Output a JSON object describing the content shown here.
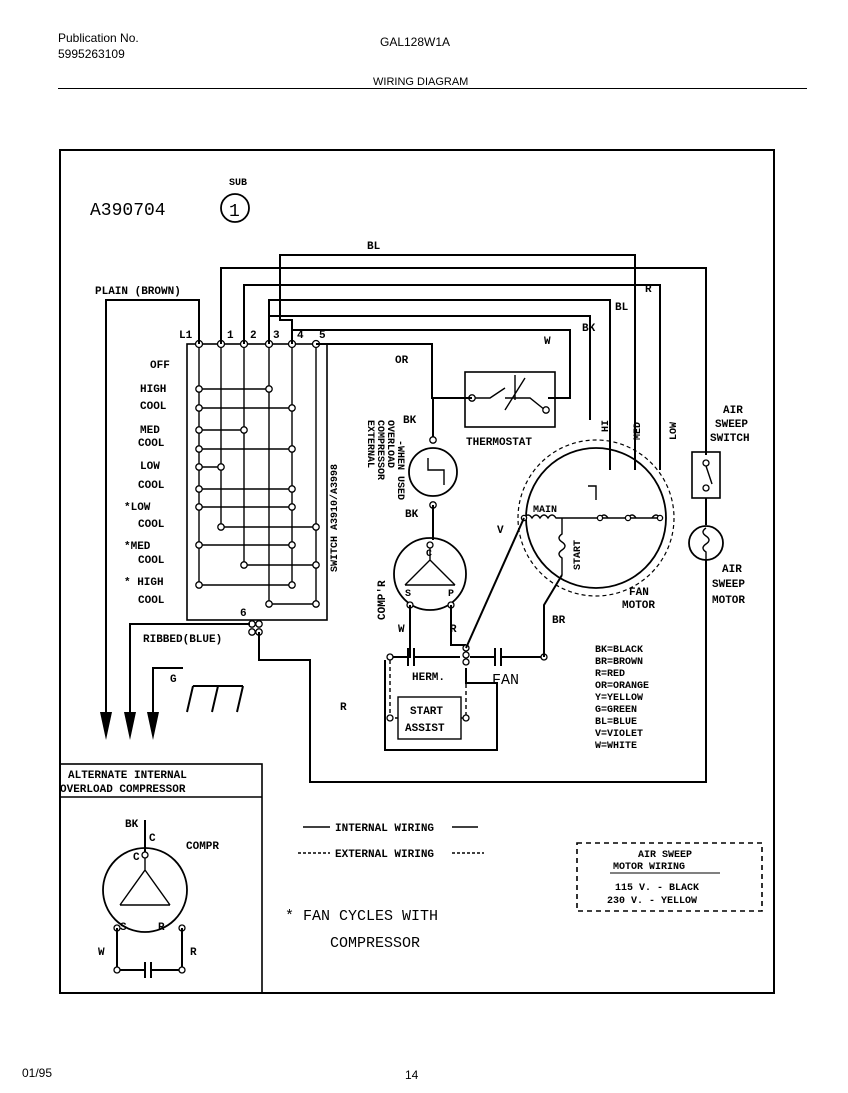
{
  "header": {
    "publication_label": "Publication No.",
    "publication_number": "5995263109",
    "model": "GAL128W1A",
    "section_title": "WIRING DIAGRAM"
  },
  "diagram": {
    "drawing_number": "A390704",
    "sub_label": "SUB",
    "sub_number": "1",
    "plain_wire_label": "PLAIN (BROWN)",
    "ribbed_wire_label": "RIBBED(BLUE)",
    "ground_label": "G",
    "switch_terminals": [
      "L1",
      "1",
      "2",
      "3",
      "4",
      "5",
      "6"
    ],
    "switch_positions": [
      "OFF",
      "HIGH",
      "COOL",
      "MED",
      "COOL",
      "LOW",
      "COOL",
      "*LOW",
      "COOL",
      "*MED",
      "COOL",
      "* HIGH",
      "COOL"
    ],
    "switch_label": "SWITCH A3910/A3998",
    "thermostat_label": "THERMOSTAT",
    "overload_label_lines": [
      "EXTERNAL",
      "COMPRESSOR",
      "OVERLOAD",
      "-WHEN USED"
    ],
    "compressor_label": "COMP'R",
    "compressor_terminals": {
      "c": "C",
      "s": "S",
      "p": "P"
    },
    "fan_motor_label_lines": [
      "FAN",
      "MOTOR"
    ],
    "fan_motor_main": "MAIN",
    "fan_motor_start": "START",
    "fan_speeds": [
      "HI",
      "MED",
      "LOW"
    ],
    "air_sweep_switch_lines": [
      "AIR",
      "SWEEP",
      "SWITCH"
    ],
    "air_sweep_motor_lines": [
      "AIR",
      "SWEEP",
      "MOTOR"
    ],
    "capacitor_herm": "HERM.",
    "capacitor_fan": "FAN",
    "start_assist_lines": [
      "START",
      "ASSIST"
    ],
    "wire_colors": {
      "bl": "BL",
      "r": "R",
      "bk": "BK",
      "w": "W",
      "or": "OR",
      "v": "V",
      "br": "BR"
    },
    "color_legend": [
      "BK=BLACK",
      "BR=BROWN",
      "R=RED",
      "OR=ORANGE",
      "Y=YELLOW",
      "G=GREEN",
      "BL=BLUE",
      "V=VIOLET",
      "W=WHITE"
    ],
    "alt_box_title_lines": [
      "ALTERNATE  INTERNAL",
      "OVERLOAD COMPRESSOR"
    ],
    "alt_box": {
      "bk": "BK",
      "c": "C",
      "compr": "COMPR",
      "s": "S",
      "r": "R",
      "w": "W"
    },
    "line_legend": {
      "internal": "INTERNAL WIRING",
      "external": "EXTERNAL WIRING"
    },
    "fan_note_lines": [
      "* FAN CYCLES WITH",
      "COMPRESSOR"
    ],
    "air_sweep_wiring_lines": [
      "AIR SWEEP",
      "MOTOR WIRING",
      "115 V. - BLACK",
      "230 V. - YELLOW"
    ]
  },
  "footer": {
    "date": "01/95",
    "page_number": "14"
  }
}
